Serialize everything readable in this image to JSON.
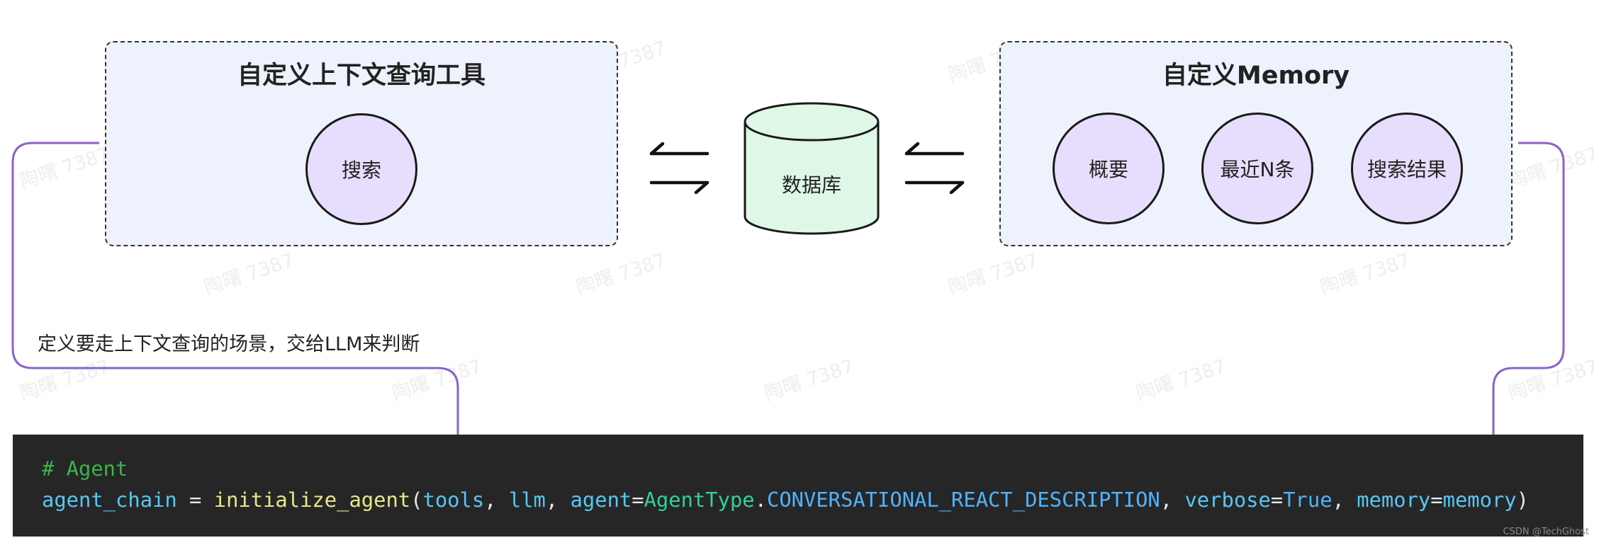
{
  "left_group": {
    "title": "自定义上下文查询工具",
    "nodes": [
      "搜索"
    ]
  },
  "center": {
    "label": "数据库"
  },
  "right_group": {
    "title": "自定义Memory",
    "nodes": [
      "概要",
      "最近N条",
      "搜索结果"
    ]
  },
  "note": "定义要走上下文查询的场景，交给LLM来判断",
  "code": {
    "comment": "# Agent",
    "var": "agent_chain",
    "eq": " = ",
    "fn": "initialize_agent",
    "open": "(",
    "arg_tools": "tools",
    "sep1": ", ",
    "arg_llm": "llm",
    "sep2": ", ",
    "kw_agent": "agent",
    "eq2": "=",
    "type": "AgentType",
    "dot": ".",
    "const": "CONVERSATIONAL_REACT_DESCRIPTION",
    "sep3": ", ",
    "kw_verbose": "verbose",
    "eq3": "=",
    "val_true": "True",
    "sep4": ", ",
    "kw_memory": "memory",
    "eq4": "=",
    "val_memory": "memory",
    "close": ")"
  },
  "watermark": "陶曙 7387",
  "credit": "CSDN @TechGhost",
  "colors": {
    "connector": "#8a62cf",
    "group_fill": "#eef2fc",
    "node_fill": "#e7defd",
    "db_fill": "#dff7e6",
    "code_bg": "#262626"
  }
}
